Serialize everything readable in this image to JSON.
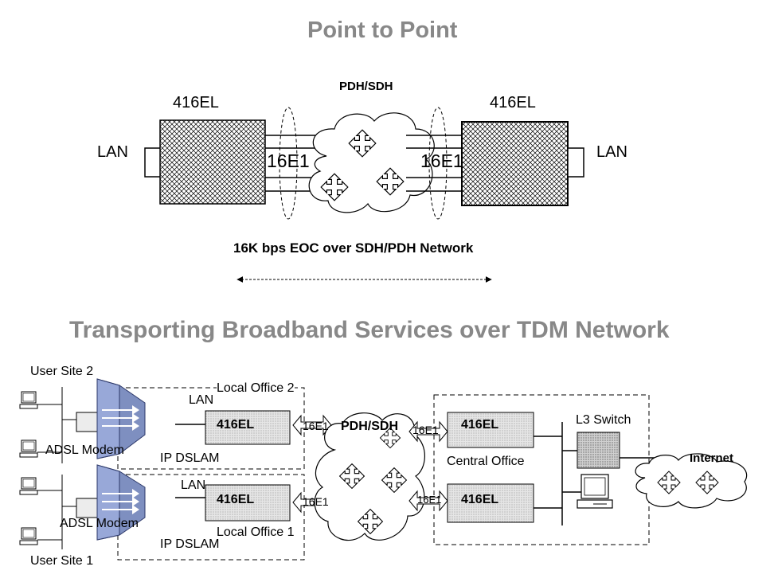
{
  "top": {
    "title": "Point to Point",
    "network_label": "PDH/SDH",
    "left_device": "416EL",
    "right_device": "416EL",
    "left_lan": "LAN",
    "right_lan": "LAN",
    "left_e1": "16E1",
    "right_e1": "16E1",
    "eoc_caption": "16K bps EOC over SDH/PDH Network"
  },
  "bottom": {
    "title": "Transporting Broadband Services over TDM Network",
    "user_site_2": "User Site 2",
    "user_site_1": "User Site 1",
    "local_office_2": "Local Office 2",
    "local_office_1": "Local Office 1",
    "lan_upper": "LAN",
    "lan_lower": "LAN",
    "adsl_modem_upper": "ADSL Modem",
    "adsl_modem_lower": "ADSL Modem",
    "ip_dslam_upper": "IP DSLAM",
    "ip_dslam_lower": "IP DSLAM",
    "device_lo2": "416EL",
    "device_lo1": "416EL",
    "device_co_upper": "416EL",
    "device_co_lower": "416EL",
    "e1_lo2": "16E1",
    "e1_lo1": "16E1",
    "e1_co_upper": "16E1",
    "e1_co_lower": "16E1",
    "network_label": "PDH/SDH",
    "central_office": "Central Office",
    "l3_switch": "L3 Switch",
    "internet": "Internet"
  }
}
